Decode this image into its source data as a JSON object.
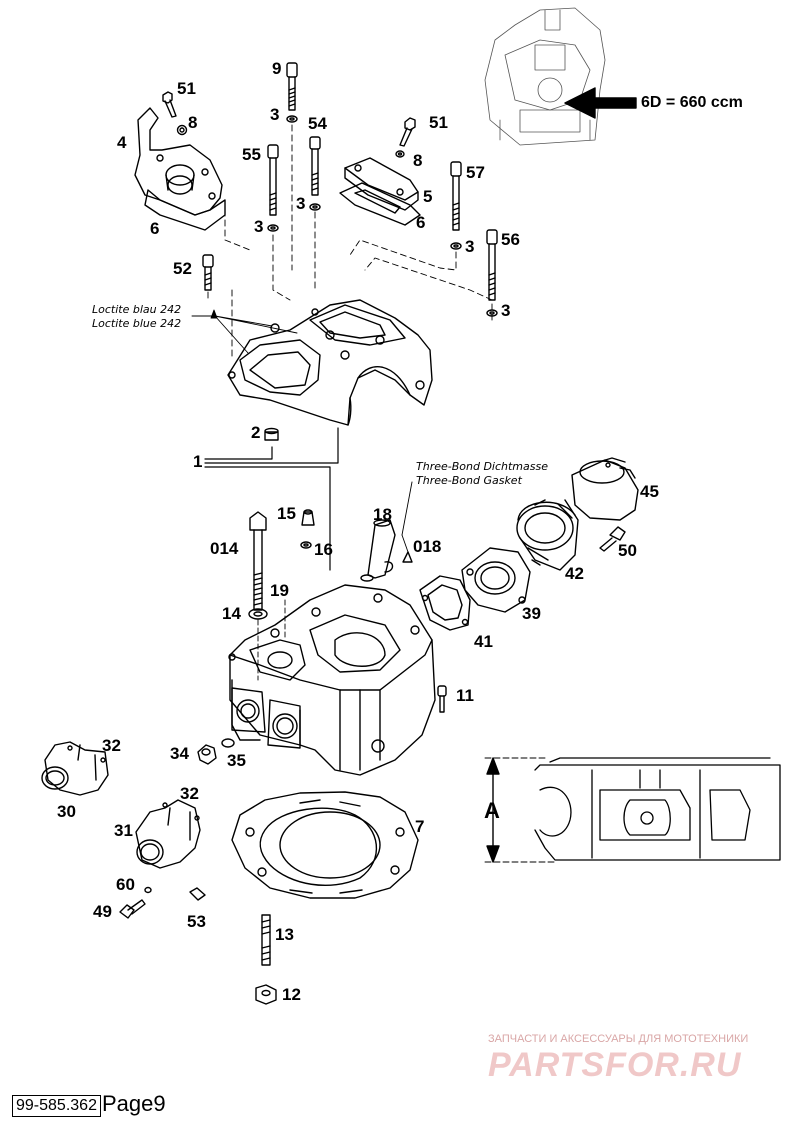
{
  "engine_note": "6D = 660 ccm",
  "notes": {
    "loctite_de": "Loctite blau 242",
    "loctite_en": "Loctite blue 242",
    "threebond_de": "Three-Bond Dichtmasse",
    "threebond_en": "Three-Bond Gasket"
  },
  "labels": {
    "p1": "1",
    "p2": "2",
    "p3a": "3",
    "p3b": "3",
    "p3c": "3",
    "p3d": "3",
    "p3e": "3",
    "p4": "4",
    "p5": "5",
    "p6a": "6",
    "p6b": "6",
    "p7": "7",
    "p8a": "8",
    "p8b": "8",
    "p9": "9",
    "p11": "11",
    "p12": "12",
    "p13": "13",
    "p14": "14",
    "p15": "15",
    "p16": "16",
    "p18": "18",
    "p19": "19",
    "p30": "30",
    "p31": "31",
    "p32a": "32",
    "p32b": "32",
    "p34": "34",
    "p35": "35",
    "p39": "39",
    "p41": "41",
    "p42": "42",
    "p45": "45",
    "p49": "49",
    "p50": "50",
    "p51a": "51",
    "p51b": "51",
    "p52": "52",
    "p53": "53",
    "p54": "54",
    "p55": "55",
    "p56": "56",
    "p57": "57",
    "p60": "60",
    "p014": "014",
    "p018": "018"
  },
  "dimension_label": "A",
  "reference_code": "99-585.362",
  "page_label": "Page9",
  "watermark": {
    "subtitle": "ЗАПЧАСТИ И АКСЕССУАРЫ ДЛЯ МОТОТЕХНИКИ",
    "brand": "PARTSFOR.RU"
  }
}
